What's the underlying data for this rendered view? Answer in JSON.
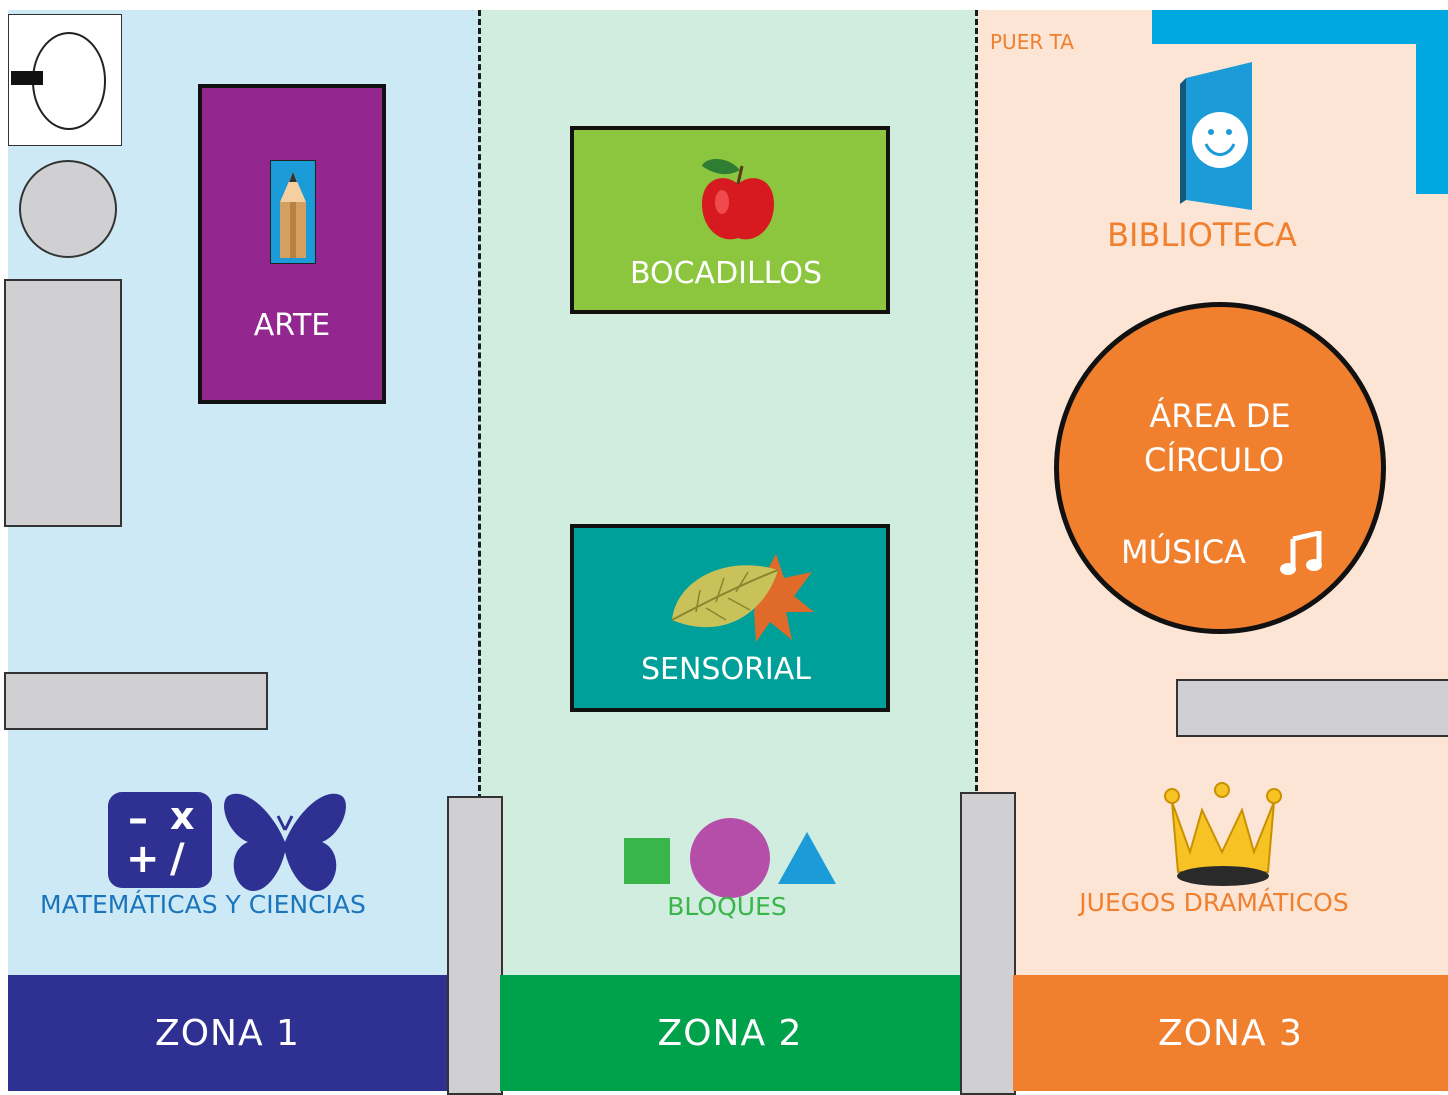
{
  "colors": {
    "zone1_bg": "#cde9f5",
    "zone2_bg": "#d1ede0",
    "zone3_bg": "#fde5d6",
    "zone1_bar": "#2e3192",
    "zone2_bar": "#00a14b",
    "zone3_bar": "#f07f2e",
    "arte": "#93278f",
    "bocadillos": "#8cc63e",
    "sensorial": "#00a09a",
    "circle": "#f07f2e",
    "door": "#00a8e1"
  },
  "zone1": {
    "arte_label": "ARTE",
    "arte_icon": "pencil-icon",
    "math_label": "MATEMÁTICAS Y CIENCIAS",
    "math_icons": [
      "math-symbols-icon",
      "butterfly-icon"
    ],
    "math_symbols": [
      "–",
      "x",
      "+",
      "/"
    ],
    "footer": "ZONA 1"
  },
  "zone2": {
    "bocadillos_label": "BOCADILLOS",
    "bocadillos_icon": "apple-icon",
    "sensorial_label": "SENSORIAL",
    "sensorial_icon": "leaf-icon",
    "bloques_label": "BLOQUES",
    "bloques_icons": [
      "square-icon",
      "circle-icon",
      "triangle-icon"
    ],
    "footer": "ZONA 2"
  },
  "zone3": {
    "door_label": "PUER TA",
    "biblioteca_label": "BIBLIOTECA",
    "biblioteca_icon": "book-icon",
    "circle_line1": "ÁREA DE",
    "circle_line2": "CÍRCULO",
    "musica_label": "MÚSICA",
    "musica_icon": "music-note-icon",
    "juegos_label": "JUEGOS DRAMÁTICOS",
    "juegos_icon": "crown-icon",
    "footer": "ZONA 3"
  }
}
